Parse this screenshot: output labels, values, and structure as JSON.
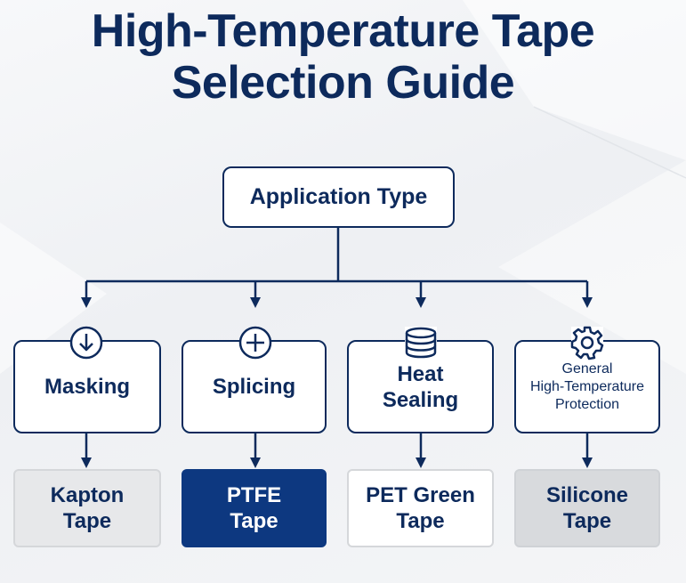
{
  "title": {
    "line1": "High-Temperature Tape",
    "line2": "Selection Guide"
  },
  "root": {
    "label": "Application Type"
  },
  "categories": [
    {
      "label": "Masking",
      "icon": "arrow-down-circle-icon"
    },
    {
      "label": "Splicing",
      "icon": "plus-circle-icon"
    },
    {
      "label_line1": "Heat",
      "label_line2": "Sealing",
      "icon": "database-stack-icon"
    },
    {
      "label_line1": "General",
      "label_line2": "High-Temperature",
      "label_line3": "Protection",
      "icon": "gear-icon"
    }
  ],
  "results": [
    {
      "line1": "Kapton",
      "line2": "Tape"
    },
    {
      "line1": "PTFE",
      "line2": "Tape"
    },
    {
      "line1": "PET Green",
      "line2": "Tape"
    },
    {
      "line1": "Silicone",
      "line2": "Tape"
    }
  ],
  "colors": {
    "navy": "#0d2a5c",
    "highlight": "#0d3880",
    "light_gray": "#e7e8ea",
    "mid_gray": "#d8dadd"
  }
}
